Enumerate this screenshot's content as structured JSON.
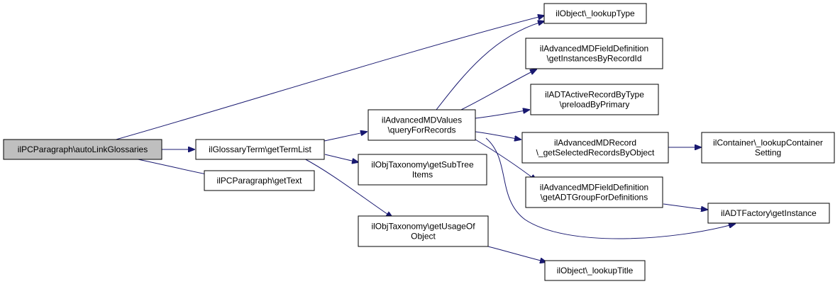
{
  "colors": {
    "root_fill": "#bfbfbf",
    "node_fill": "#ffffff",
    "edge": "#191970"
  },
  "nodes": {
    "root": [
      "ilPCParagraph\\autoLinkGlossaries"
    ],
    "get_term_list": [
      "ilGlossaryTerm\\getTermList"
    ],
    "get_text": [
      "ilPCParagraph\\getText"
    ],
    "query_for_records": [
      "ilAdvancedMDValues",
      "\\queryForRecords"
    ],
    "get_sub_tree_items": [
      "ilObjTaxonomy\\getSubTree",
      "Items"
    ],
    "get_usage_of_object": [
      "ilObjTaxonomy\\getUsageOf",
      "Object"
    ],
    "lookup_type": [
      "ilObject\\_lookupType"
    ],
    "get_instances_by_record_id": [
      "ilAdvancedMDFieldDefinition",
      "\\getInstancesByRecordId"
    ],
    "preload_by_primary": [
      "ilADTActiveRecordByType",
      "\\preloadByPrimary"
    ],
    "get_selected_records_by_object": [
      "ilAdvancedMDRecord",
      "\\_getSelectedRecordsByObject"
    ],
    "get_adt_group_for_definitions": [
      "ilAdvancedMDFieldDefinition",
      "\\getADTGroupForDefinitions"
    ],
    "lookup_title": [
      "ilObject\\_lookupTitle"
    ],
    "lookup_container_setting": [
      "ilContainer\\_lookupContainer",
      "Setting"
    ],
    "adt_factory_get_instance": [
      "ilADTFactory\\getInstance"
    ]
  }
}
